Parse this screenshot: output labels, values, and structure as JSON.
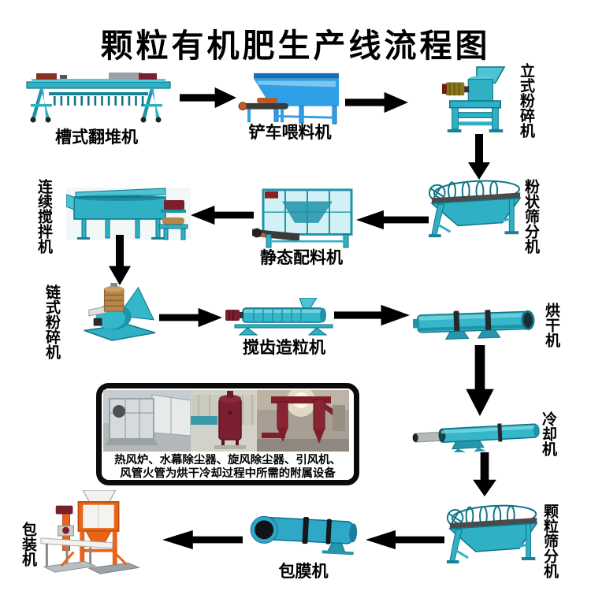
{
  "title": "颗粒有机肥生产线流程图",
  "nodes": {
    "turner": {
      "label": "槽式翻堆机"
    },
    "feeder": {
      "label": "铲车喂料机"
    },
    "vertical_crusher": {
      "label": "立式粉碎机"
    },
    "powder_sieve": {
      "label": "粉状筛分机"
    },
    "batcher": {
      "label": "静态配料机"
    },
    "mixer": {
      "label": "连续搅拌机"
    },
    "chain_crusher": {
      "label": "链式粉碎机"
    },
    "granulator": {
      "label": "搅齿造粒机"
    },
    "dryer": {
      "label": "烘干机"
    },
    "cooler": {
      "label": "冷却机"
    },
    "granule_sieve": {
      "label": "颗粒筛分机"
    },
    "coater": {
      "label": "包膜机"
    },
    "packer": {
      "label": "包装机"
    }
  },
  "note": {
    "line1": "热风炉、水幕除尘器、旋风除尘器、引风机、",
    "line2": "风管火管为烘干冷却过程中所需的附属设备"
  },
  "colors": {
    "machine_teal": "#2fb0c4",
    "machine_blue": "#2f9fe6",
    "machine_orange": "#e8641a",
    "motor_maroon": "#7a1f2b",
    "motor_tan": "#b9854a",
    "arrow": "#000000",
    "photo_red": "#7a2030"
  }
}
